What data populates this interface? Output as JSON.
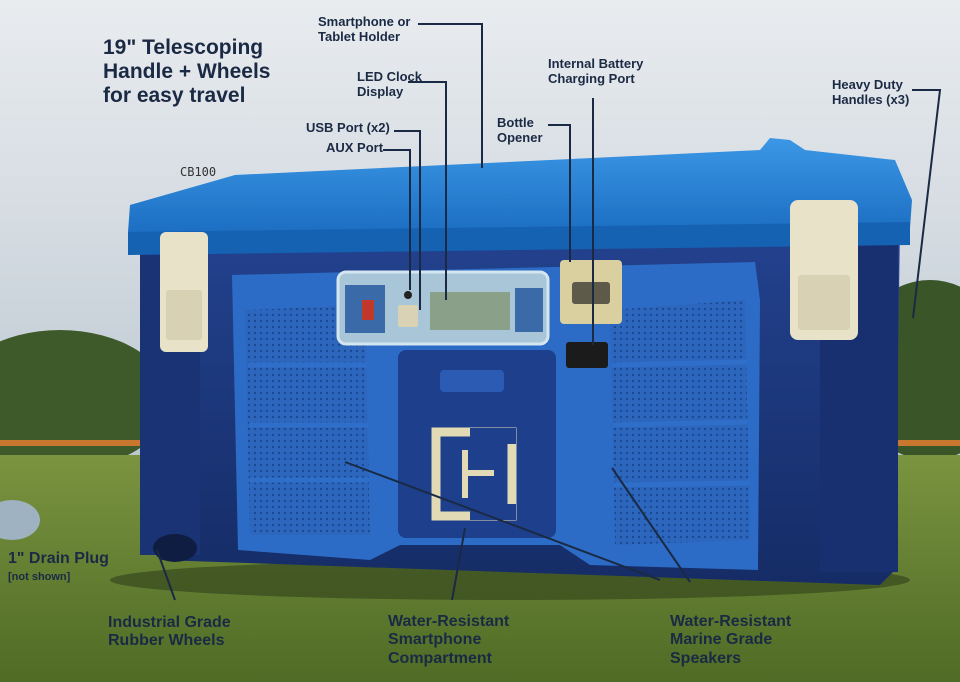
{
  "product": {
    "model": "CB100",
    "logo_text": "B"
  },
  "callouts": {
    "telescoping_handle": "19\" Telescoping\nHandle + Wheels\nfor easy travel",
    "phone_holder": "Smartphone or\nTablet Holder",
    "led_clock": "LED Clock\nDisplay",
    "usb_port": "USB Port (x2)",
    "aux_port": "AUX Port",
    "battery_port": "Internal Battery\nCharging Port",
    "bottle_opener": "Bottle\nOpener",
    "heavy_handles": "Heavy Duty\nHandles (x3)",
    "drain_plug": "1\" Drain Plug",
    "drain_plug_note": "[not shown]",
    "wheels": "Industrial Grade\nRubber Wheels",
    "compartment": "Water-Resistant\nSmartphone\nCompartment",
    "speakers": "Water-Resistant\nMarine Grade\nSpeakers"
  },
  "colors": {
    "cooler_lid": "#1f7fd1",
    "cooler_body": "#1c3c86",
    "panel_blue": "#2f6fc9",
    "latch": "#e8e2c8",
    "label_text": "#1b2a44",
    "grass": "#6f8f3a",
    "sky": "#dfe4e8"
  }
}
